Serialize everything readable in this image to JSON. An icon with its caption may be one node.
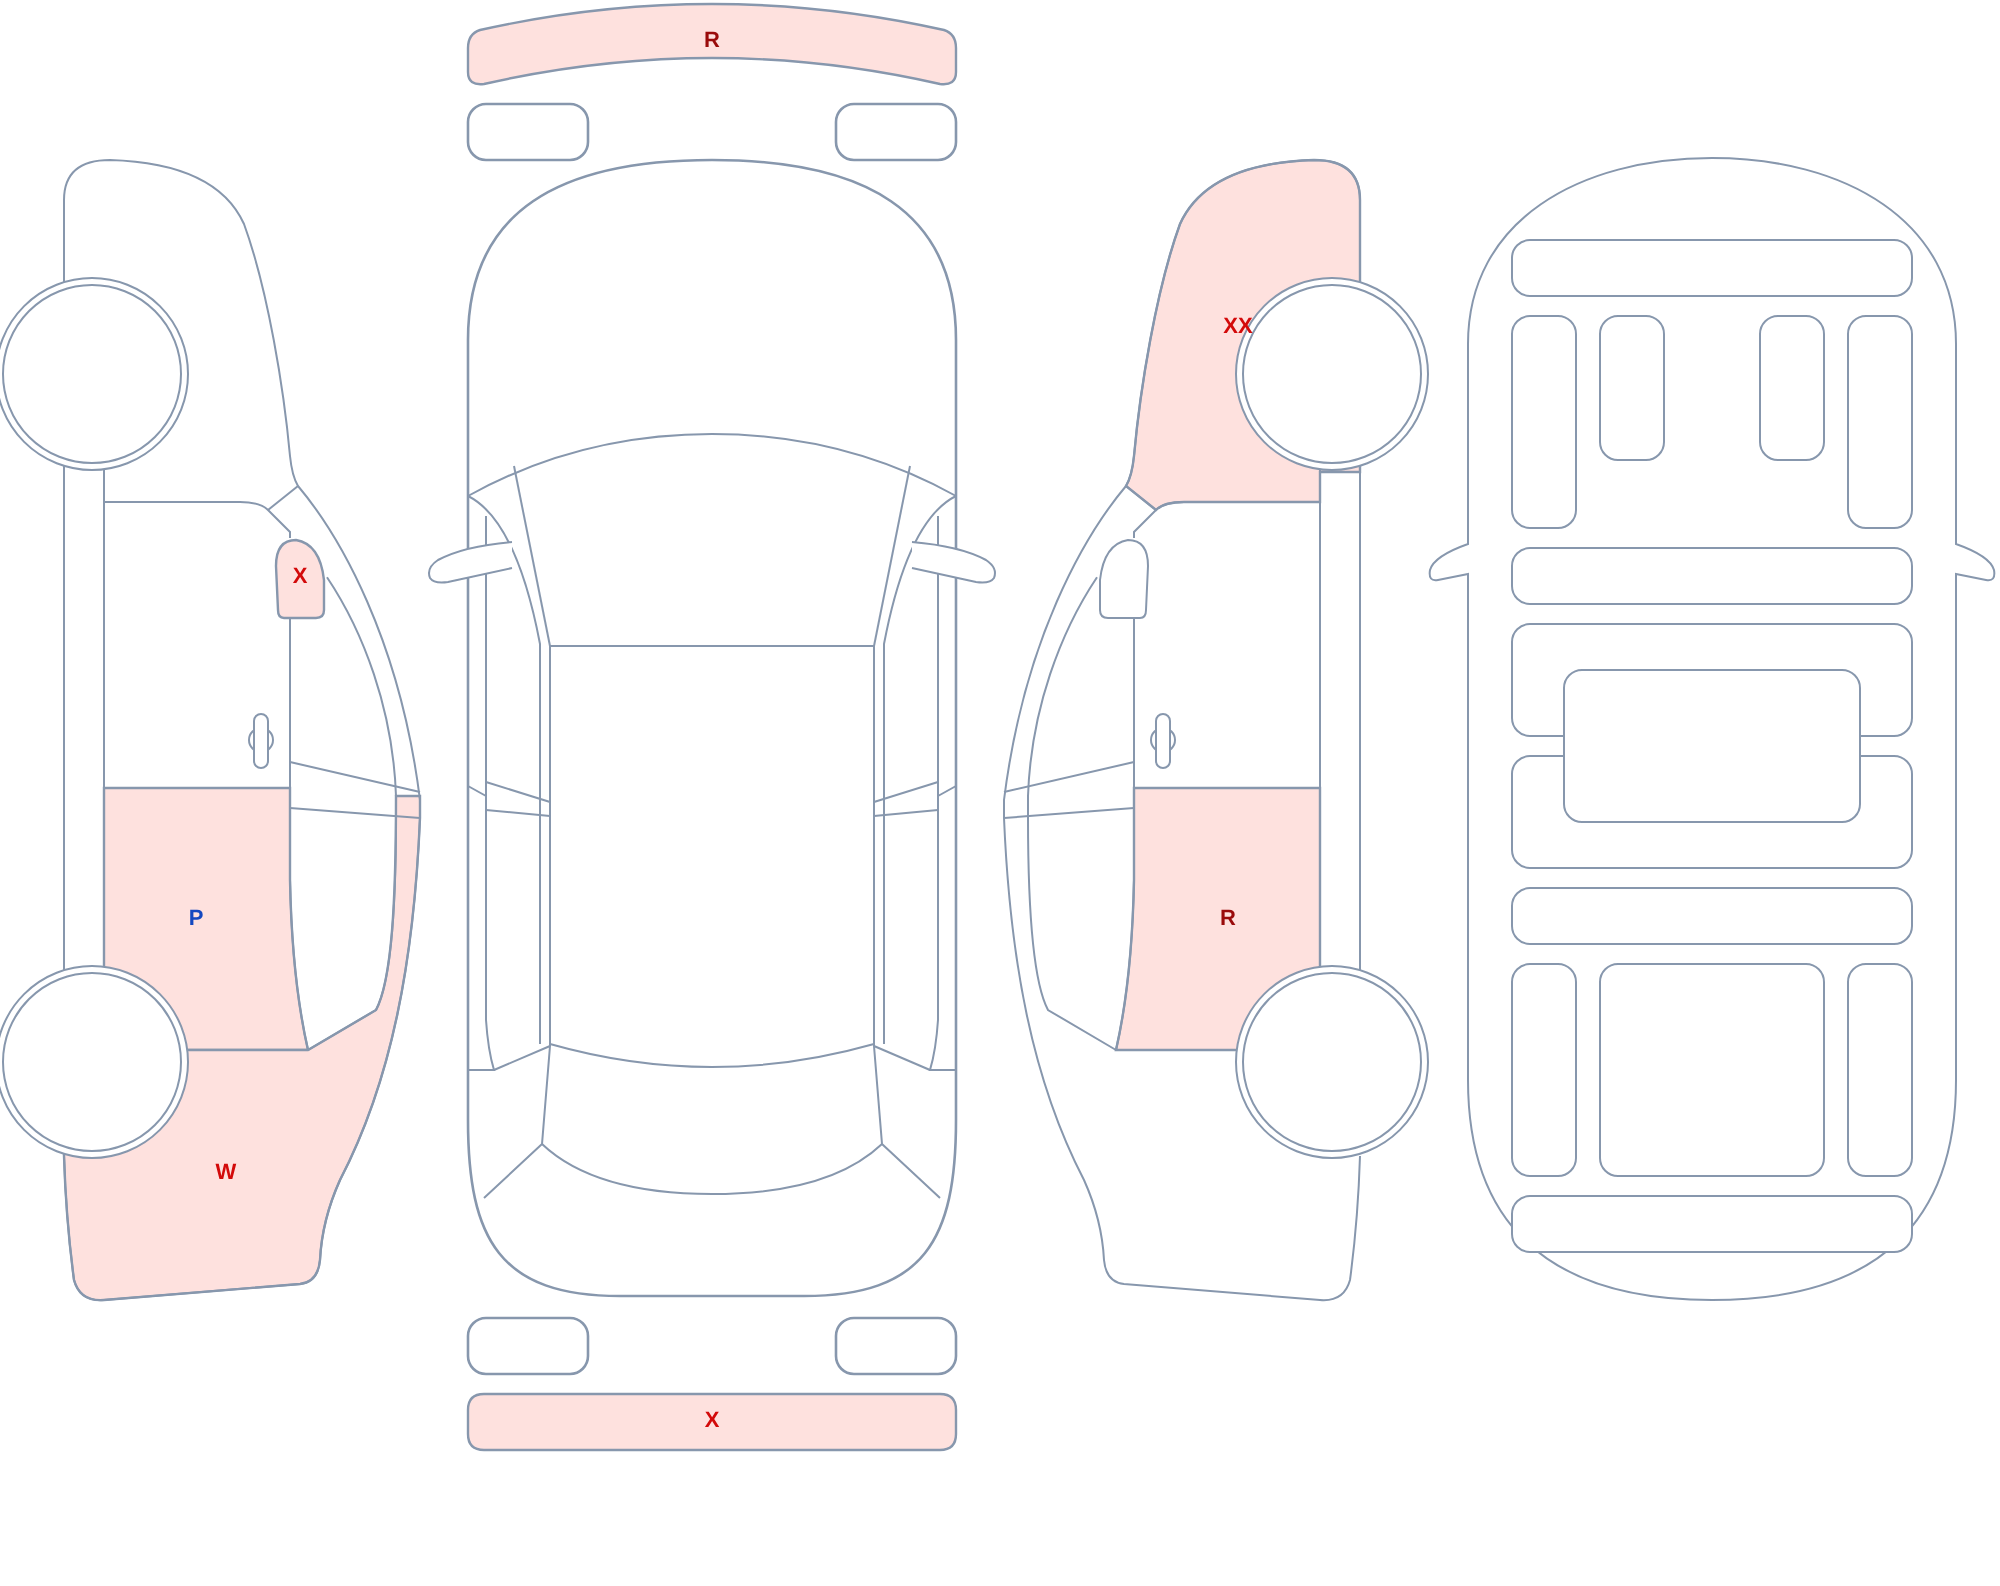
{
  "diagram": {
    "nodes": [
      {
        "text": [
          "R"
        ]
      },
      {
        "text": [
          "XX"
        ]
      },
      {
        "text": [
          "X"
        ]
      },
      {
        "text": [
          "P"
        ]
      },
      {
        "text": [
          "R"
        ]
      },
      {
        "text": [
          "W"
        ]
      },
      {
        "text": [
          "X"
        ]
      }
    ]
  }
}
